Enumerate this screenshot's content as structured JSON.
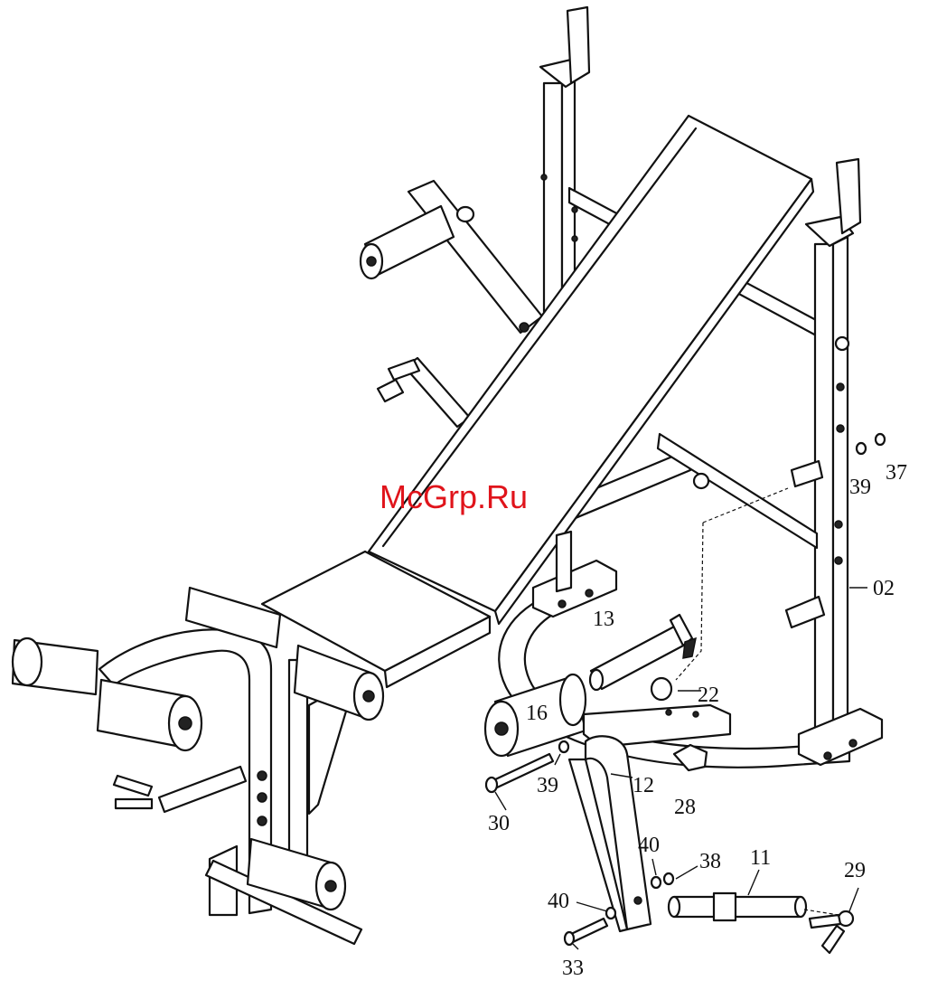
{
  "watermark": "McGrp.Ru",
  "part_labels": [
    {
      "id": "p37",
      "text": "37"
    },
    {
      "id": "p39a",
      "text": "39"
    },
    {
      "id": "p02",
      "text": "02"
    },
    {
      "id": "p13",
      "text": "13"
    },
    {
      "id": "p22",
      "text": "22"
    },
    {
      "id": "p16",
      "text": "16"
    },
    {
      "id": "p39b",
      "text": "39"
    },
    {
      "id": "p12",
      "text": "12"
    },
    {
      "id": "p28",
      "text": "28"
    },
    {
      "id": "p30",
      "text": "30"
    },
    {
      "id": "p40a",
      "text": "40"
    },
    {
      "id": "p38",
      "text": "38"
    },
    {
      "id": "p11",
      "text": "11"
    },
    {
      "id": "p29",
      "text": "29"
    },
    {
      "id": "p40b",
      "text": "40"
    },
    {
      "id": "p33",
      "text": "33"
    }
  ]
}
